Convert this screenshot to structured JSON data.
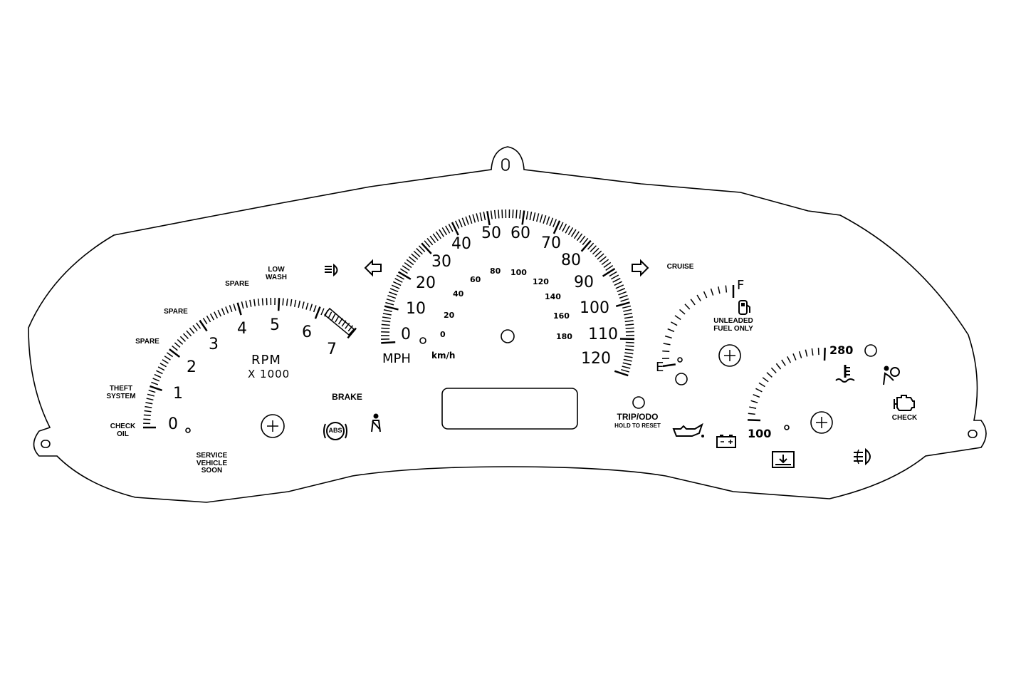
{
  "tachometer": {
    "numerals": [
      "0",
      "1",
      "2",
      "3",
      "4",
      "5",
      "6",
      "7"
    ],
    "unit_label": "RPM",
    "multiplier_label": "X 1000"
  },
  "speedometer": {
    "mph_numerals": [
      "0",
      "10",
      "20",
      "30",
      "40",
      "50",
      "60",
      "70",
      "80",
      "90",
      "100",
      "110",
      "120"
    ],
    "kmh_numerals": [
      "0",
      "20",
      "40",
      "60",
      "80",
      "100",
      "120",
      "140",
      "160",
      "180"
    ],
    "mph_label": "MPH",
    "kmh_label": "km/h"
  },
  "fuel_gauge": {
    "full_label": "F",
    "empty_label": "E",
    "note": "UNLEADED\nFUEL ONLY"
  },
  "temp_gauge": {
    "high_label": "280",
    "low_label": "100"
  },
  "warning_labels": {
    "check_oil": "CHECK\nOIL",
    "theft_system": "THEFT\nSYSTEM",
    "spare_1": "SPARE",
    "spare_2": "SPARE",
    "spare_3": "SPARE",
    "low_wash": "LOW\nWASH",
    "service_vehicle_soon": "SERVICE\nVEHICLE\nSOON",
    "brake": "BRAKE",
    "cruise": "CRUISE",
    "check_engine": "CHECK",
    "abs": "ABS"
  },
  "trip_odo": {
    "label": "TRIP/ODO",
    "sublabel": "HOLD TO RESET"
  }
}
